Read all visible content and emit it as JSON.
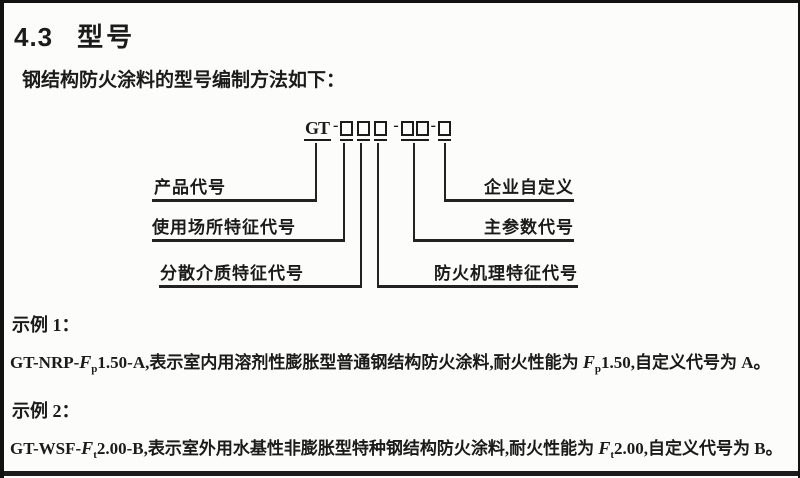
{
  "page": {
    "section_number": "4.3",
    "section_title": "型号",
    "intro": "钢结构防火涂料的型号编制方法如下："
  },
  "diagram": {
    "code_prefix": "GT",
    "hyphen": "-",
    "labels_left": [
      "产品代号",
      "使用场所特征代号",
      "分散介质特征代号"
    ],
    "labels_right": [
      "企业自定义",
      "主参数代号",
      "防火机理特征代号"
    ]
  },
  "examples": [
    {
      "label": "示例 1：",
      "seg1": "GT-NRP-",
      "f1": "F",
      "sub1": "p",
      "seg2": "1.50-A,表示室内用溶剂性膨胀型普通钢结构防火涂料,耐火性能为 ",
      "f2": "F",
      "sub2": "p",
      "seg3": "1.50,自定义代号为 A。"
    },
    {
      "label": "示例 2：",
      "seg1": "GT-WSF-",
      "f1": "F",
      "sub1": "t",
      "seg2": "2.00-B,表示室外用水基性非膨胀型特种钢结构防火涂料,耐火性能为 ",
      "f2": "F",
      "sub2": "t",
      "seg3": "2.00,自定义代号为 B。"
    }
  ],
  "colors": {
    "ink": "#1b1b1b",
    "paper": "#fcfcfa"
  }
}
